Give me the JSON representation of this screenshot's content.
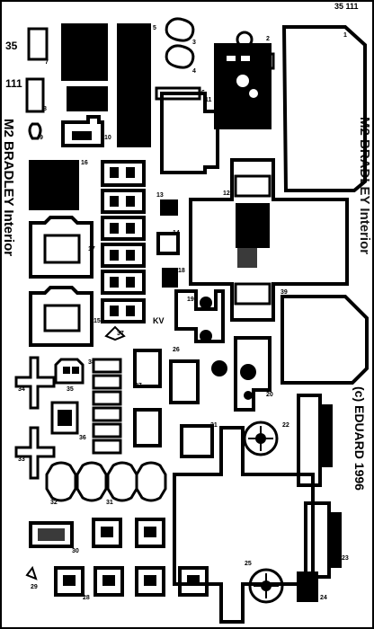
{
  "sheet": {
    "code_lines": [
      "35",
      "111"
    ],
    "model_text": "M2  BRADLEY  Interior",
    "top_edge_text": "35 111",
    "mirror_text": "M2  BRADLEY  Interior",
    "copyright_text": "(c)  EDUARD  1996",
    "symbol_text": "KV",
    "colors": {
      "background": "#ffffff",
      "metal": "#000000",
      "halftone": "#3a3a3a"
    }
  },
  "part_numbers": [
    "1",
    "2",
    "3",
    "4",
    "5",
    "6",
    "7",
    "8",
    "9",
    "10",
    "11",
    "12",
    "13",
    "14",
    "15",
    "16",
    "17",
    "18",
    "19",
    "20",
    "21",
    "22",
    "23",
    "24",
    "25",
    "26",
    "27",
    "28",
    "29",
    "30",
    "31",
    "32",
    "33",
    "34",
    "35",
    "36",
    "37",
    "38",
    "39"
  ]
}
